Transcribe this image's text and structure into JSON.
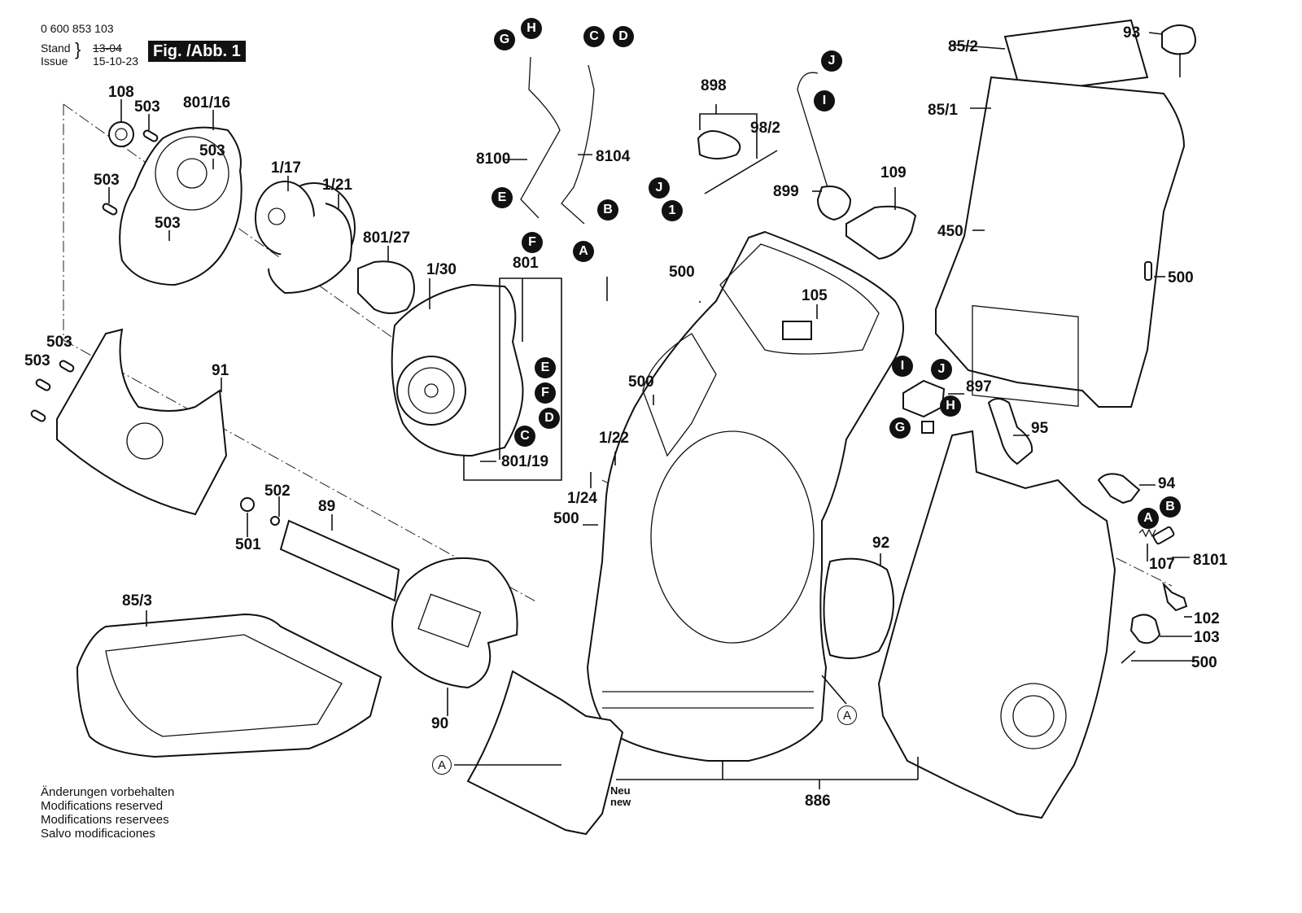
{
  "header": {
    "doc_number": "0 600 853 103",
    "stand_label": "Stand",
    "issue_label": "Issue",
    "old_date": "13-04",
    "issue_date": "15-10-23",
    "figure_label": "Fig. /Abb. 1"
  },
  "footer_notes": [
    "Änderungen vorbehalten",
    "Modifications reserved",
    "Modifications reservees",
    "Salvo modificaciones"
  ],
  "new_marker": {
    "line1": "Neu",
    "line2": "new"
  },
  "part_labels": {
    "p108": "108",
    "p503a": "503",
    "p801_16": "801/16",
    "p503b": "503",
    "p503c": "503",
    "p503d": "503",
    "p1_17": "1/17",
    "p1_21": "1/21",
    "p801_27": "801/27",
    "p1_30": "1/30",
    "p801": "801",
    "p801_19": "801/19",
    "p503e": "503",
    "p503f": "503",
    "p91": "91",
    "p8100": "8100",
    "p8104": "8104",
    "p898": "898",
    "p98_2": "98/2",
    "p899": "899",
    "p109": "109",
    "p85_2": "85/2",
    "p93": "93",
    "p85_1": "85/1",
    "p450": "450",
    "p500a": "500",
    "p500b": "500",
    "p500c": "500",
    "p500d": "500",
    "p500e": "500",
    "p105": "105",
    "p1_22": "1/22",
    "p1_24": "1/24",
    "p502": "502",
    "p501": "501",
    "p89": "89",
    "p85_3": "85/3",
    "p90": "90",
    "p92": "92",
    "p897": "897",
    "p95": "95",
    "p94": "94",
    "p8101": "8101",
    "p107": "107",
    "p102": "102",
    "p103": "103",
    "p886": "886"
  },
  "connector_bubbles": {
    "b_G1": "G",
    "b_H1": "H",
    "b_C1": "C",
    "b_D1": "D",
    "b_E1": "E",
    "b_F1": "F",
    "b_B1": "B",
    "b_A1": "A",
    "b_E2": "E",
    "b_F2": "F",
    "b_D2": "D",
    "b_C2": "C",
    "b_J1": "J",
    "b_11": "1",
    "b_J2": "J",
    "b_I1": "I",
    "b_I2": "I",
    "b_J3": "J",
    "b_H2": "H",
    "b_G2": "G",
    "b_A2": "A",
    "b_B2": "B"
  },
  "reference_markers": {
    "ref_A1": "A",
    "ref_A2": "A"
  }
}
